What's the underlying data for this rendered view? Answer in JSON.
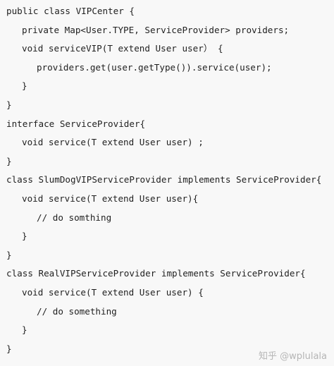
{
  "code": {
    "lines": [
      {
        "indent": 0,
        "text": "public class VIPCenter {"
      },
      {
        "indent": 1,
        "text": "private Map<User.TYPE, ServiceProvider> providers;"
      },
      {
        "indent": 1,
        "text": "void serviceVIP(T extend User user） {"
      },
      {
        "indent": 2,
        "text": "providers.get(user.getType()).service(user);"
      },
      {
        "indent": 1,
        "text": "}"
      },
      {
        "indent": 0,
        "text": "}"
      },
      {
        "indent": 0,
        "text": "interface ServiceProvider{"
      },
      {
        "indent": 1,
        "text": "void service(T extend User user) ;"
      },
      {
        "indent": 0,
        "text": "}"
      },
      {
        "indent": 0,
        "text": "class SlumDogVIPServiceProvider implements ServiceProvider{"
      },
      {
        "indent": 1,
        "text": "void service(T extend User user){"
      },
      {
        "indent": 2,
        "text": "// do somthing"
      },
      {
        "indent": 1,
        "text": "}"
      },
      {
        "indent": 0,
        "text": "}"
      },
      {
        "indent": 0,
        "text": "class RealVIPServiceProvider implements ServiceProvider{"
      },
      {
        "indent": 1,
        "text": "void service(T extend User user) {"
      },
      {
        "indent": 2,
        "text": "// do something"
      },
      {
        "indent": 1,
        "text": "}"
      },
      {
        "indent": 0,
        "text": "}"
      }
    ]
  },
  "watermark": "知乎 @wplulala"
}
